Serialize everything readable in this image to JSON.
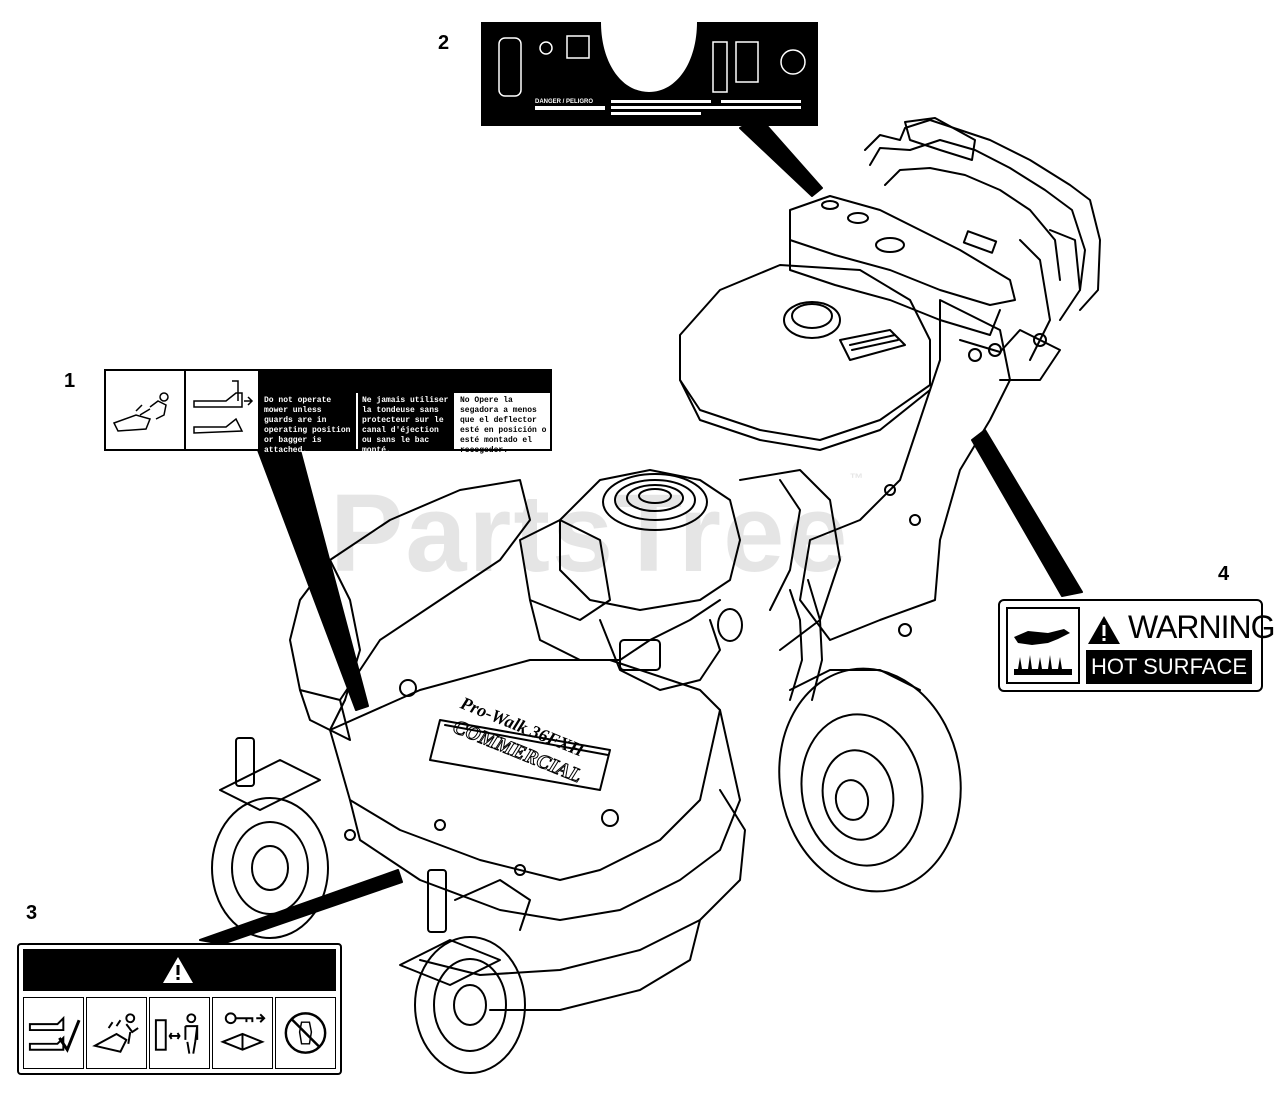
{
  "callouts": [
    "1",
    "2",
    "3",
    "4"
  ],
  "watermark": {
    "text": "PartsTree",
    "mark": "™"
  },
  "decal1": {
    "col1": "Do not operate mower unless guards are in operating position or bagger is attached.",
    "col2": "Ne jamais utiliser la tondeuse sans protecteur sur le canal d'éjection ou sans le bac monté.",
    "col3": "No Opere la segadora a menos que el deflector esté en posición o esté montado el recogedor."
  },
  "decal2": {
    "label": "DANGER / PELIGRO"
  },
  "decal3": {
    "title": "DANGER/PELIGRO",
    "icons": [
      "deflector-icon",
      "thrown-object-icon",
      "keep-distance-icon",
      "remove-key-icon",
      "no-hands-icon"
    ]
  },
  "decal4": {
    "warning": "WARNING",
    "subtitle": "HOT SURFACE",
    "icon": "hot-surface-hand-icon"
  },
  "colors": {
    "ink": "#000000",
    "paper": "#ffffff",
    "watermark": "#e6e6e6"
  }
}
